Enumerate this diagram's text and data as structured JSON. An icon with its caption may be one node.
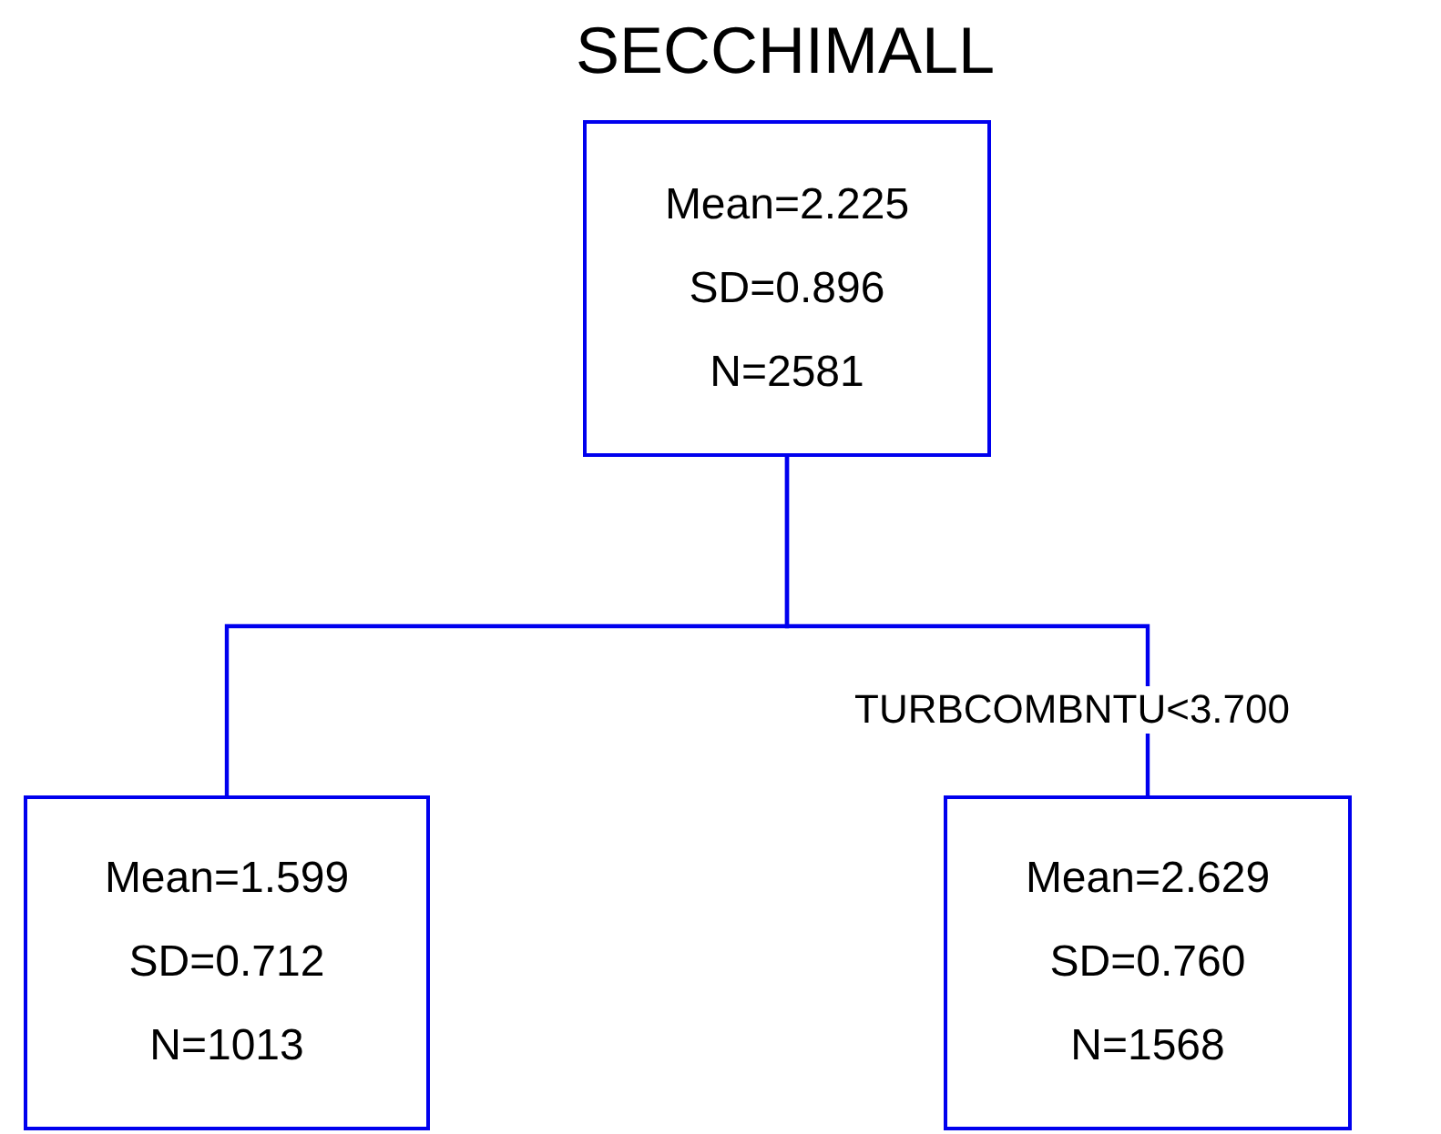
{
  "diagram": {
    "title": "SECCHIMALL",
    "nodes": [
      {
        "text": [
          "Mean=2.225",
          "SD=0.896",
          "N=2581"
        ]
      },
      {
        "text": [
          "Mean=1.599",
          "SD=0.712",
          "N=1013"
        ]
      },
      {
        "text": [
          "Mean=2.629",
          "SD=0.760",
          "N=1568"
        ]
      }
    ],
    "edges": [
      {
        "from": 0,
        "to": 1,
        "arrow": "none"
      },
      {
        "from": 0,
        "to": 2,
        "arrow": "none",
        "label": "TURBCOMBNTU<3.700"
      }
    ]
  }
}
